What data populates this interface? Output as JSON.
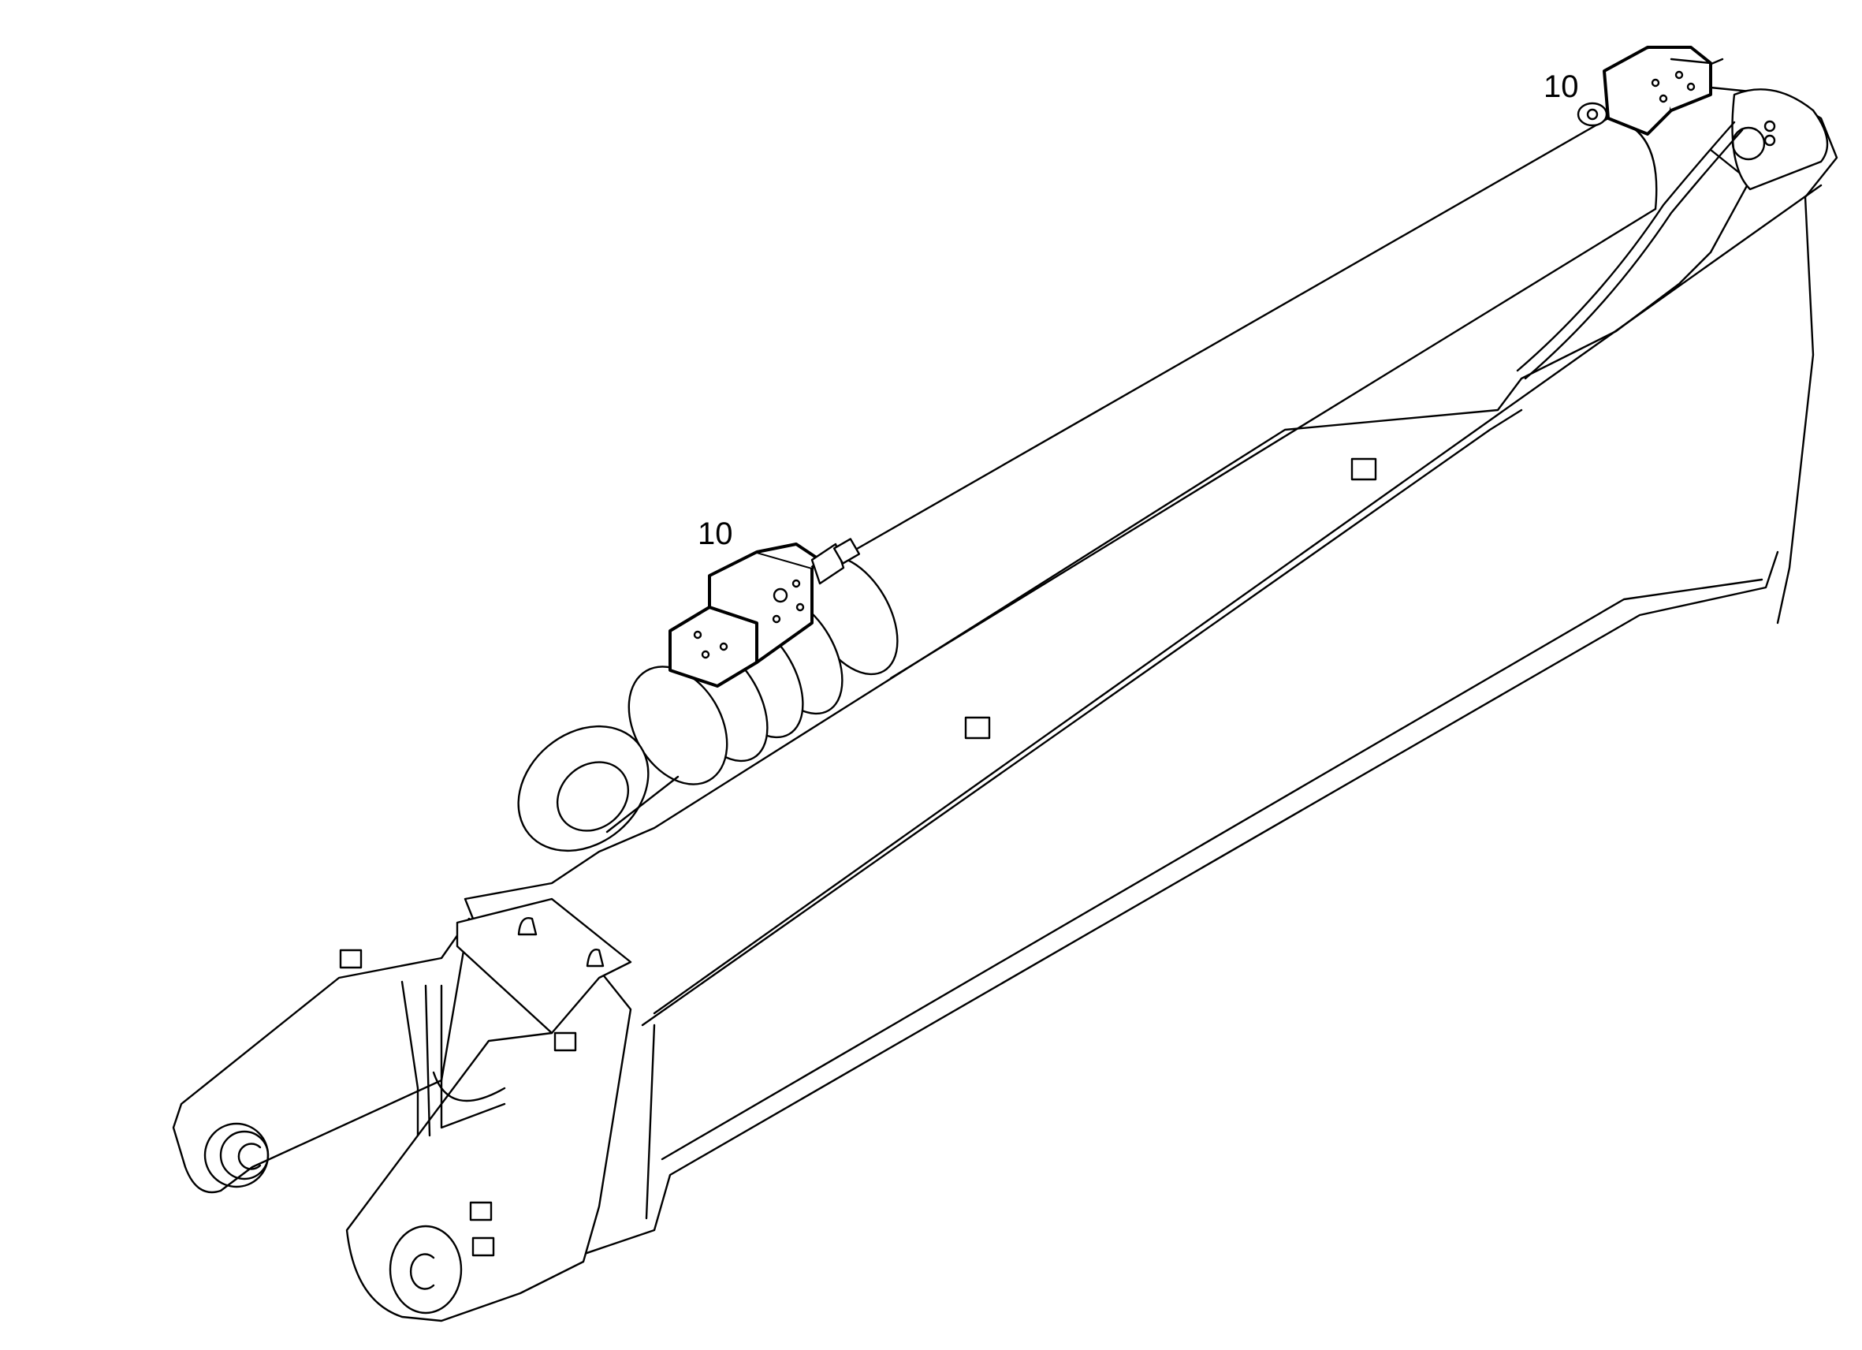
{
  "callouts": [
    {
      "id": "callout-upper",
      "label": "10"
    },
    {
      "id": "callout-lower",
      "label": "10"
    }
  ],
  "colors": {
    "line": "#000000",
    "background": "#ffffff"
  }
}
